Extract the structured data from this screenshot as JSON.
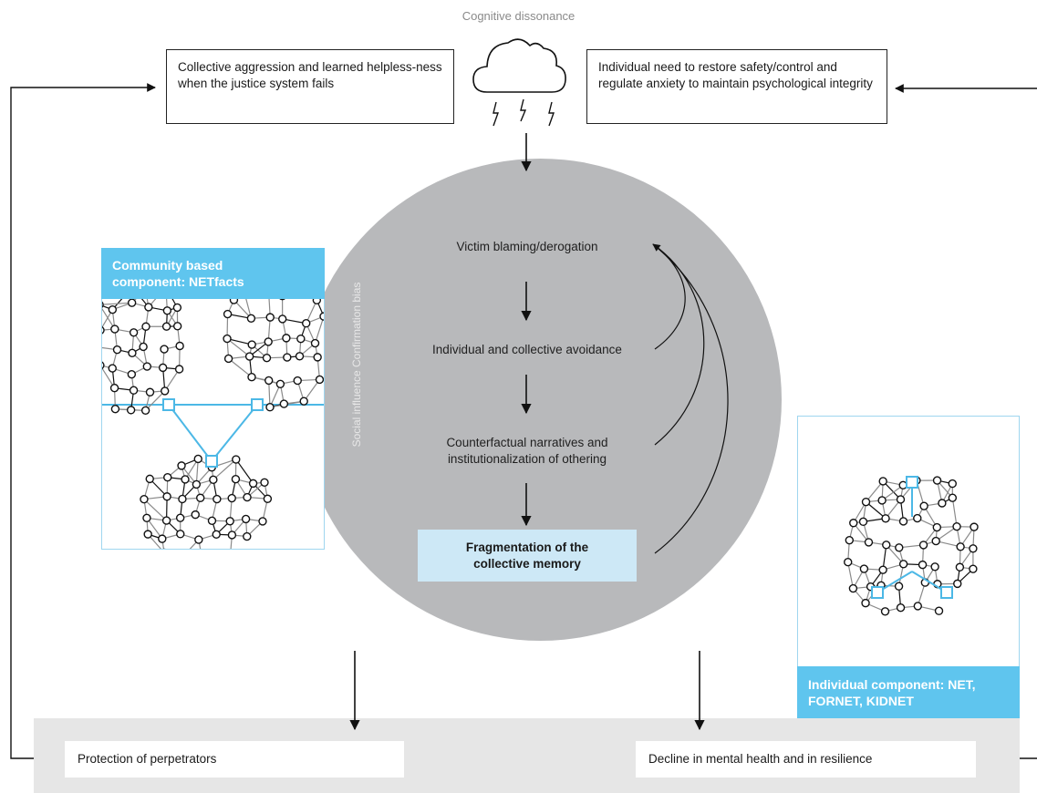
{
  "top_label": "Cognitive dissonance",
  "left_top_box": "Collective aggression and learned helpless-ness when the justice system fails",
  "right_top_box": "Individual need to restore safety/control and regulate anxiety to maintain psychological integrity",
  "circle": {
    "side_label": "Social influence Confirmation bias",
    "steps": [
      "Victim blaming/derogation",
      "Individual and collective avoidance",
      "Counterfactual narratives and institutionalization of othering"
    ],
    "final_step": "Fragmentation of the collective memory"
  },
  "community_component": {
    "title": "Community based component: NETfacts"
  },
  "individual_component": {
    "title": "Individual component: NET, FORNET, KIDNET"
  },
  "bottom": {
    "left_box": "Protection of perpetrators",
    "right_box": "Decline in mental health and in resilience"
  },
  "colors": {
    "accent_blue": "#5fc5ee",
    "circle_gray": "#b8b9bb",
    "highlight_blue": "#cde8f6",
    "band_gray": "#e6e6e6"
  },
  "icons": [
    "storm-cloud-icon",
    "lightning-icon"
  ]
}
